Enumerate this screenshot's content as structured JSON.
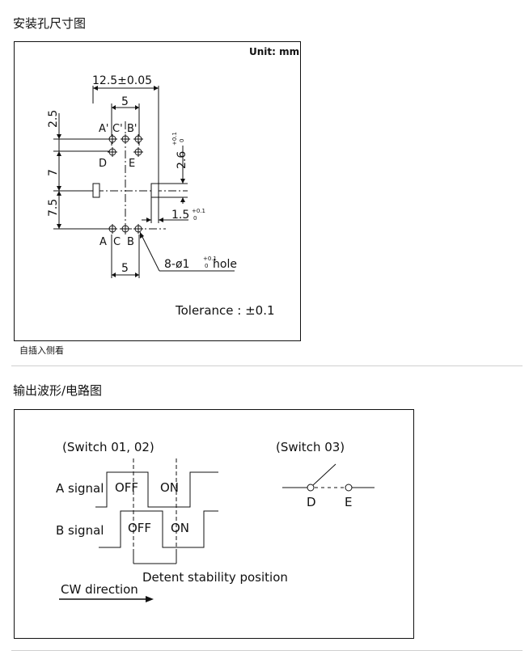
{
  "section1": {
    "heading": "安装孔尺寸图",
    "unit": "Unit: mm",
    "tolerance": "Tolerance : ±0.1",
    "caption": "自插入侧看",
    "dims": {
      "overall": "12.5±0.05",
      "top_spacing": "5",
      "bottom_spacing": "5",
      "d25": "2.5",
      "d7": "7",
      "d75": "7.5",
      "d26": "2.6",
      "d26_tol": "+0.1",
      "d26_tol2": "0",
      "d15": "1.5",
      "d15_tol": "+0.1",
      "d15_tol2": "0",
      "hole": "8-ø1",
      "hole_tol": "+0.1",
      "hole_tol2": "0",
      "hole_suffix": "hole"
    },
    "pins_top": [
      "A'",
      "C'",
      "B'"
    ],
    "pins_mid": [
      "D",
      "E"
    ],
    "pins_bottom": [
      "A",
      "C",
      "B"
    ]
  },
  "section2": {
    "heading": "输出波形/电路图",
    "switch_a_title": "(Switch 01, 02)",
    "switch_b_title": "(Switch 03)",
    "a_signal": "A signal",
    "b_signal": "B signal",
    "off": "OFF",
    "on": "ON",
    "detent": "Detent stability position",
    "cw": "CW direction",
    "d": "D",
    "e": "E"
  }
}
